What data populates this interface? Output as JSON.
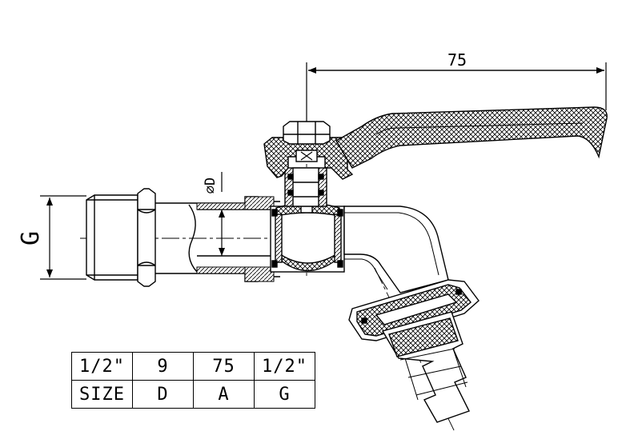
{
  "dimensions": {
    "handle_length": "75",
    "thread_label": "G",
    "bore_label": "⌀D"
  },
  "spec_table": {
    "values": [
      "1/2\"",
      "9",
      "75",
      "1/2\""
    ],
    "headers": [
      "SIZE",
      "D",
      "A",
      "G"
    ]
  },
  "colors": {
    "line": "#000000",
    "background": "#ffffff"
  }
}
